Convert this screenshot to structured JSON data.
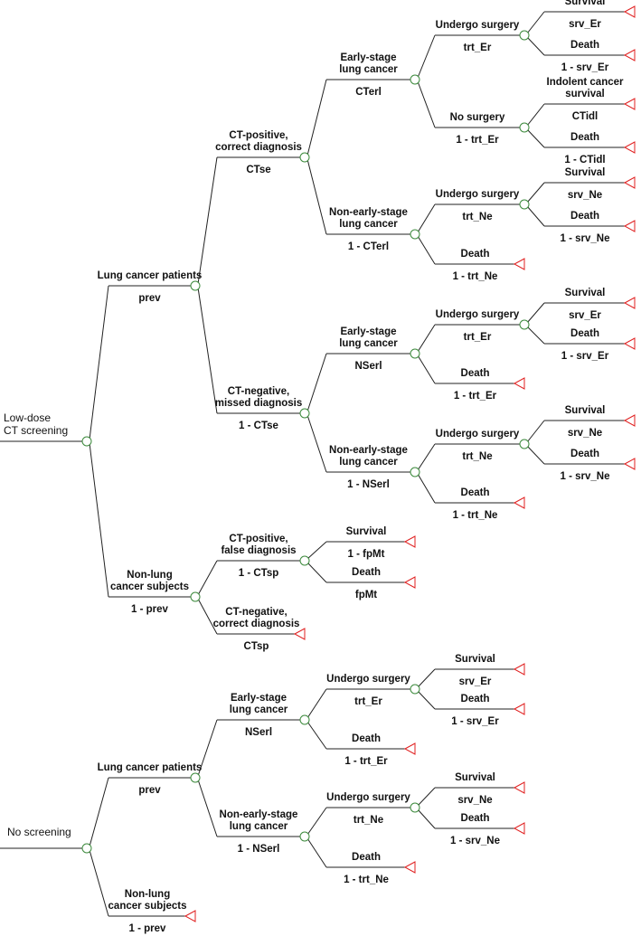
{
  "diagram": {
    "nodes": [
      {
        "id": "A",
        "kind": "root",
        "lines": [
          "Low-dose",
          "CT screening"
        ]
      },
      {
        "id": "B",
        "kind": "chance",
        "parent": "A",
        "lines": [
          "Lung cancer patients"
        ],
        "prob": "prev"
      },
      {
        "id": "C",
        "kind": "chance",
        "parent": "B",
        "lines": [
          "CT-positive,",
          "correct diagnosis"
        ],
        "prob": "CTse"
      },
      {
        "id": "D",
        "kind": "chance",
        "parent": "C",
        "lines": [
          "Early-stage",
          "lung cancer"
        ],
        "prob": "CTerl"
      },
      {
        "id": "E",
        "kind": "chance",
        "parent": "D",
        "lines": [
          "Undergo surgery"
        ],
        "prob": "trt_Er"
      },
      {
        "id": "E1",
        "kind": "terminal",
        "parent": "E",
        "lines": [
          "Survival"
        ],
        "prob": "srv_Er"
      },
      {
        "id": "E2",
        "kind": "terminal",
        "parent": "E",
        "lines": [
          "Death"
        ],
        "prob": "1 - srv_Er"
      },
      {
        "id": "F",
        "kind": "chance",
        "parent": "D",
        "lines": [
          "No surgery"
        ],
        "prob": "1 - trt_Er"
      },
      {
        "id": "F1",
        "kind": "terminal",
        "parent": "F",
        "lines": [
          "Indolent cancer",
          "survival"
        ],
        "prob": "CTidl"
      },
      {
        "id": "F2",
        "kind": "terminal",
        "parent": "F",
        "lines": [
          "Death"
        ],
        "prob": "1 - CTidl"
      },
      {
        "id": "G",
        "kind": "chance",
        "parent": "C",
        "lines": [
          "Non-early-stage",
          "lung cancer"
        ],
        "prob": "1 - CTerl"
      },
      {
        "id": "H",
        "kind": "chance",
        "parent": "G",
        "lines": [
          "Undergo surgery"
        ],
        "prob": "trt_Ne"
      },
      {
        "id": "H1",
        "kind": "terminal",
        "parent": "H",
        "lines": [
          "Survival"
        ],
        "prob": "srv_Ne"
      },
      {
        "id": "H2",
        "kind": "terminal",
        "parent": "H",
        "lines": [
          "Death"
        ],
        "prob": "1 - srv_Ne"
      },
      {
        "id": "G2",
        "kind": "terminal",
        "parent": "G",
        "lines": [
          "Death"
        ],
        "prob": "1 - trt_Ne"
      },
      {
        "id": "I",
        "kind": "chance",
        "parent": "B",
        "lines": [
          "CT-negative,",
          "missed diagnosis"
        ],
        "prob": "1 - CTse"
      },
      {
        "id": "J",
        "kind": "chance",
        "parent": "I",
        "lines": [
          "Early-stage",
          "lung cancer"
        ],
        "prob": "NSerl"
      },
      {
        "id": "K",
        "kind": "chance",
        "parent": "J",
        "lines": [
          "Undergo surgery"
        ],
        "prob": "trt_Er"
      },
      {
        "id": "K1",
        "kind": "terminal",
        "parent": "K",
        "lines": [
          "Survival"
        ],
        "prob": "srv_Er"
      },
      {
        "id": "K2",
        "kind": "terminal",
        "parent": "K",
        "lines": [
          "Death"
        ],
        "prob": "1 - srv_Er"
      },
      {
        "id": "J2",
        "kind": "terminal",
        "parent": "J",
        "lines": [
          "Death"
        ],
        "prob": "1 - trt_Er"
      },
      {
        "id": "L",
        "kind": "chance",
        "parent": "I",
        "lines": [
          "Non-early-stage",
          "lung cancer"
        ],
        "prob": "1 - NSerl"
      },
      {
        "id": "M",
        "kind": "chance",
        "parent": "L",
        "lines": [
          "Undergo surgery"
        ],
        "prob": "trt_Ne"
      },
      {
        "id": "M1",
        "kind": "terminal",
        "parent": "M",
        "lines": [
          "Survival"
        ],
        "prob": "srv_Ne"
      },
      {
        "id": "M2",
        "kind": "terminal",
        "parent": "M",
        "lines": [
          "Death"
        ],
        "prob": "1 - srv_Ne"
      },
      {
        "id": "L2",
        "kind": "terminal",
        "parent": "L",
        "lines": [
          "Death"
        ],
        "prob": "1 - trt_Ne"
      },
      {
        "id": "N",
        "kind": "chance",
        "parent": "A",
        "lines": [
          "Non-lung",
          "cancer subjects"
        ],
        "prob": "1 - prev"
      },
      {
        "id": "O",
        "kind": "chance",
        "parent": "N",
        "lines": [
          "CT-positive,",
          "false diagnosis"
        ],
        "prob": "1 - CTsp"
      },
      {
        "id": "O1",
        "kind": "terminal",
        "parent": "O",
        "lines": [
          "Survival"
        ],
        "prob": "1 - fpMt"
      },
      {
        "id": "O2",
        "kind": "terminal",
        "parent": "O",
        "lines": [
          "Death"
        ],
        "prob": "fpMt"
      },
      {
        "id": "N2",
        "kind": "terminal",
        "parent": "N",
        "lines": [
          "CT-negative,",
          "correct diagnosis"
        ],
        "prob": "CTsp"
      },
      {
        "id": "P",
        "kind": "root",
        "lines": [
          "No screening"
        ]
      },
      {
        "id": "Q",
        "kind": "chance",
        "parent": "P",
        "lines": [
          "Lung cancer patients"
        ],
        "prob": "prev"
      },
      {
        "id": "R",
        "kind": "chance",
        "parent": "Q",
        "lines": [
          "Early-stage",
          "lung cancer"
        ],
        "prob": "NSerl"
      },
      {
        "id": "S",
        "kind": "chance",
        "parent": "R",
        "lines": [
          "Undergo surgery"
        ],
        "prob": "trt_Er"
      },
      {
        "id": "S1",
        "kind": "terminal",
        "parent": "S",
        "lines": [
          "Survival"
        ],
        "prob": "srv_Er"
      },
      {
        "id": "S2",
        "kind": "terminal",
        "parent": "S",
        "lines": [
          "Death"
        ],
        "prob": "1 - srv_Er"
      },
      {
        "id": "R2",
        "kind": "terminal",
        "parent": "R",
        "lines": [
          "Death"
        ],
        "prob": "1 - trt_Er"
      },
      {
        "id": "T",
        "kind": "chance",
        "parent": "Q",
        "lines": [
          "Non-early-stage",
          "lung cancer"
        ],
        "prob": "1 - NSerl"
      },
      {
        "id": "U",
        "kind": "chance",
        "parent": "T",
        "lines": [
          "Undergo surgery"
        ],
        "prob": "trt_Ne"
      },
      {
        "id": "U1",
        "kind": "terminal",
        "parent": "U",
        "lines": [
          "Survival"
        ],
        "prob": "srv_Ne"
      },
      {
        "id": "U2",
        "kind": "terminal",
        "parent": "U",
        "lines": [
          "Death"
        ],
        "prob": "1 - srv_Ne"
      },
      {
        "id": "T2",
        "kind": "terminal",
        "parent": "T",
        "lines": [
          "Death"
        ],
        "prob": "1 - trt_Ne"
      },
      {
        "id": "P2",
        "kind": "terminal",
        "parent": "P",
        "lines": [
          "Non-lung",
          "cancer subjects"
        ],
        "prob": "1 - prev"
      }
    ]
  },
  "colors": {
    "line": "#222222",
    "chance_node": "#3c8a3c",
    "terminal_node": "#e02020"
  },
  "icons": {
    "chance": "circle-chance-node-icon",
    "terminal": "triangle-terminal-node-icon"
  }
}
